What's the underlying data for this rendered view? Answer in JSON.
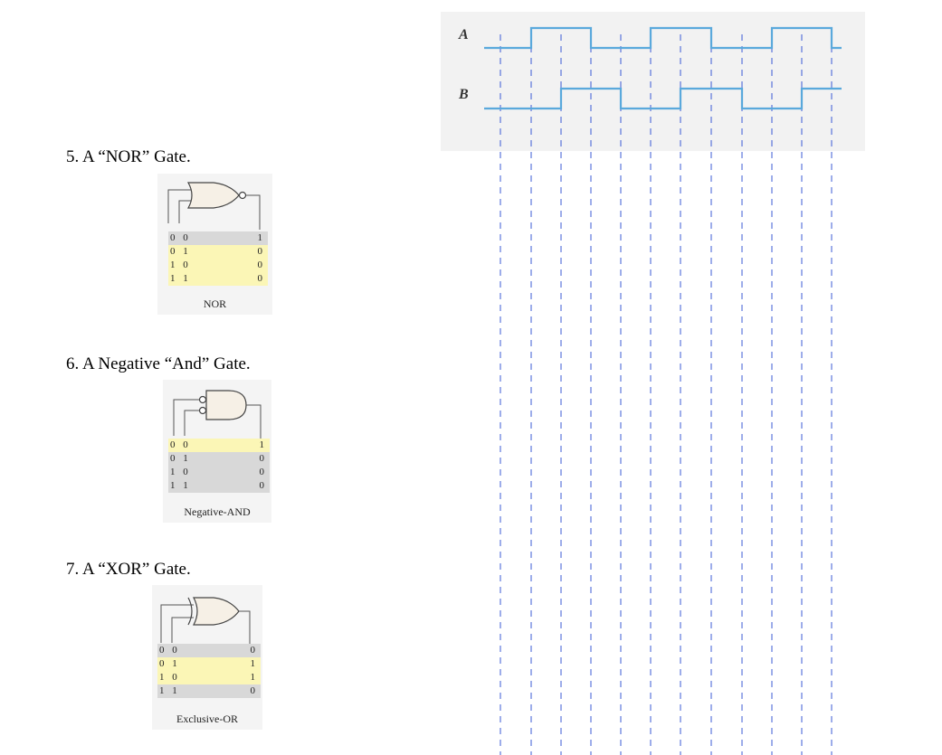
{
  "questions": [
    {
      "heading": "5. A “NOR” Gate.",
      "gate_type": "NOR",
      "caption": "NOR",
      "truth_table": [
        {
          "inputs": "0 0",
          "output": "1"
        },
        {
          "inputs": "0 1",
          "output": "0"
        },
        {
          "inputs": "1 0",
          "output": "0"
        },
        {
          "inputs": "1 1",
          "output": "0"
        }
      ],
      "row_colors": [
        "#d8d8d8",
        "#fbf6b6",
        "#fbf6b6",
        "#fbf6b6"
      ]
    },
    {
      "heading": "6. A Negative “And” Gate.",
      "gate_type": "NEG-AND",
      "caption": "Negative-AND",
      "truth_table": [
        {
          "inputs": "0 0",
          "output": "1"
        },
        {
          "inputs": "0 1",
          "output": "0"
        },
        {
          "inputs": "1 0",
          "output": "0"
        },
        {
          "inputs": "1 1",
          "output": "0"
        }
      ],
      "row_colors": [
        "#fbf6b6",
        "#d8d8d8",
        "#d8d8d8",
        "#d8d8d8"
      ]
    },
    {
      "heading": "7. A “XOR” Gate.",
      "gate_type": "XOR",
      "caption": "Exclusive-OR",
      "truth_table": [
        {
          "inputs": "0 0",
          "output": "0"
        },
        {
          "inputs": "0 1",
          "output": "1"
        },
        {
          "inputs": "1 0",
          "output": "1"
        },
        {
          "inputs": "1 1",
          "output": "0"
        }
      ],
      "row_colors": [
        "#d8d8d8",
        "#fbf6b6",
        "#fbf6b6",
        "#d8d8d8"
      ]
    }
  ],
  "timing_diagram": {
    "signals": [
      {
        "name": "A",
        "levels": [
          0,
          1,
          1,
          0,
          0,
          1,
          1,
          0,
          0,
          1,
          1,
          0
        ]
      },
      {
        "name": "B",
        "levels": [
          0,
          0,
          1,
          1,
          0,
          0,
          1,
          1,
          0,
          0,
          1,
          1
        ]
      }
    ],
    "wave_color": "#5aa9dc",
    "guide_color": "#3b5bd6"
  }
}
